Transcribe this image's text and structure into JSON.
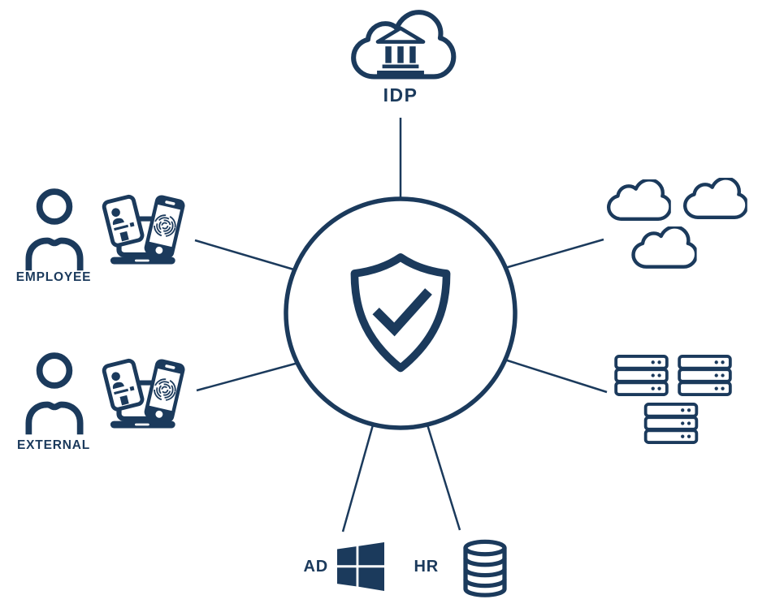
{
  "colors": {
    "primary": "#1b3a5c",
    "background": "#ffffff"
  },
  "nodes": {
    "idp": {
      "label": "IDP",
      "icon": "cloud-bank-icon"
    },
    "employee": {
      "label": "EMPLOYEE",
      "icons": [
        "person-icon",
        "devices-icon"
      ]
    },
    "external": {
      "label": "EXTERNAL",
      "icons": [
        "person-icon",
        "devices-icon"
      ]
    },
    "clouds": {
      "icon": "cloud-icon",
      "count": 3
    },
    "servers": {
      "icon": "server-icon",
      "count": 3
    },
    "ad": {
      "label": "AD",
      "icon": "windows-icon"
    },
    "hr": {
      "label": "HR",
      "icon": "database-icon"
    }
  },
  "center": {
    "icon": "shield-check-icon"
  },
  "connector_count": 7
}
